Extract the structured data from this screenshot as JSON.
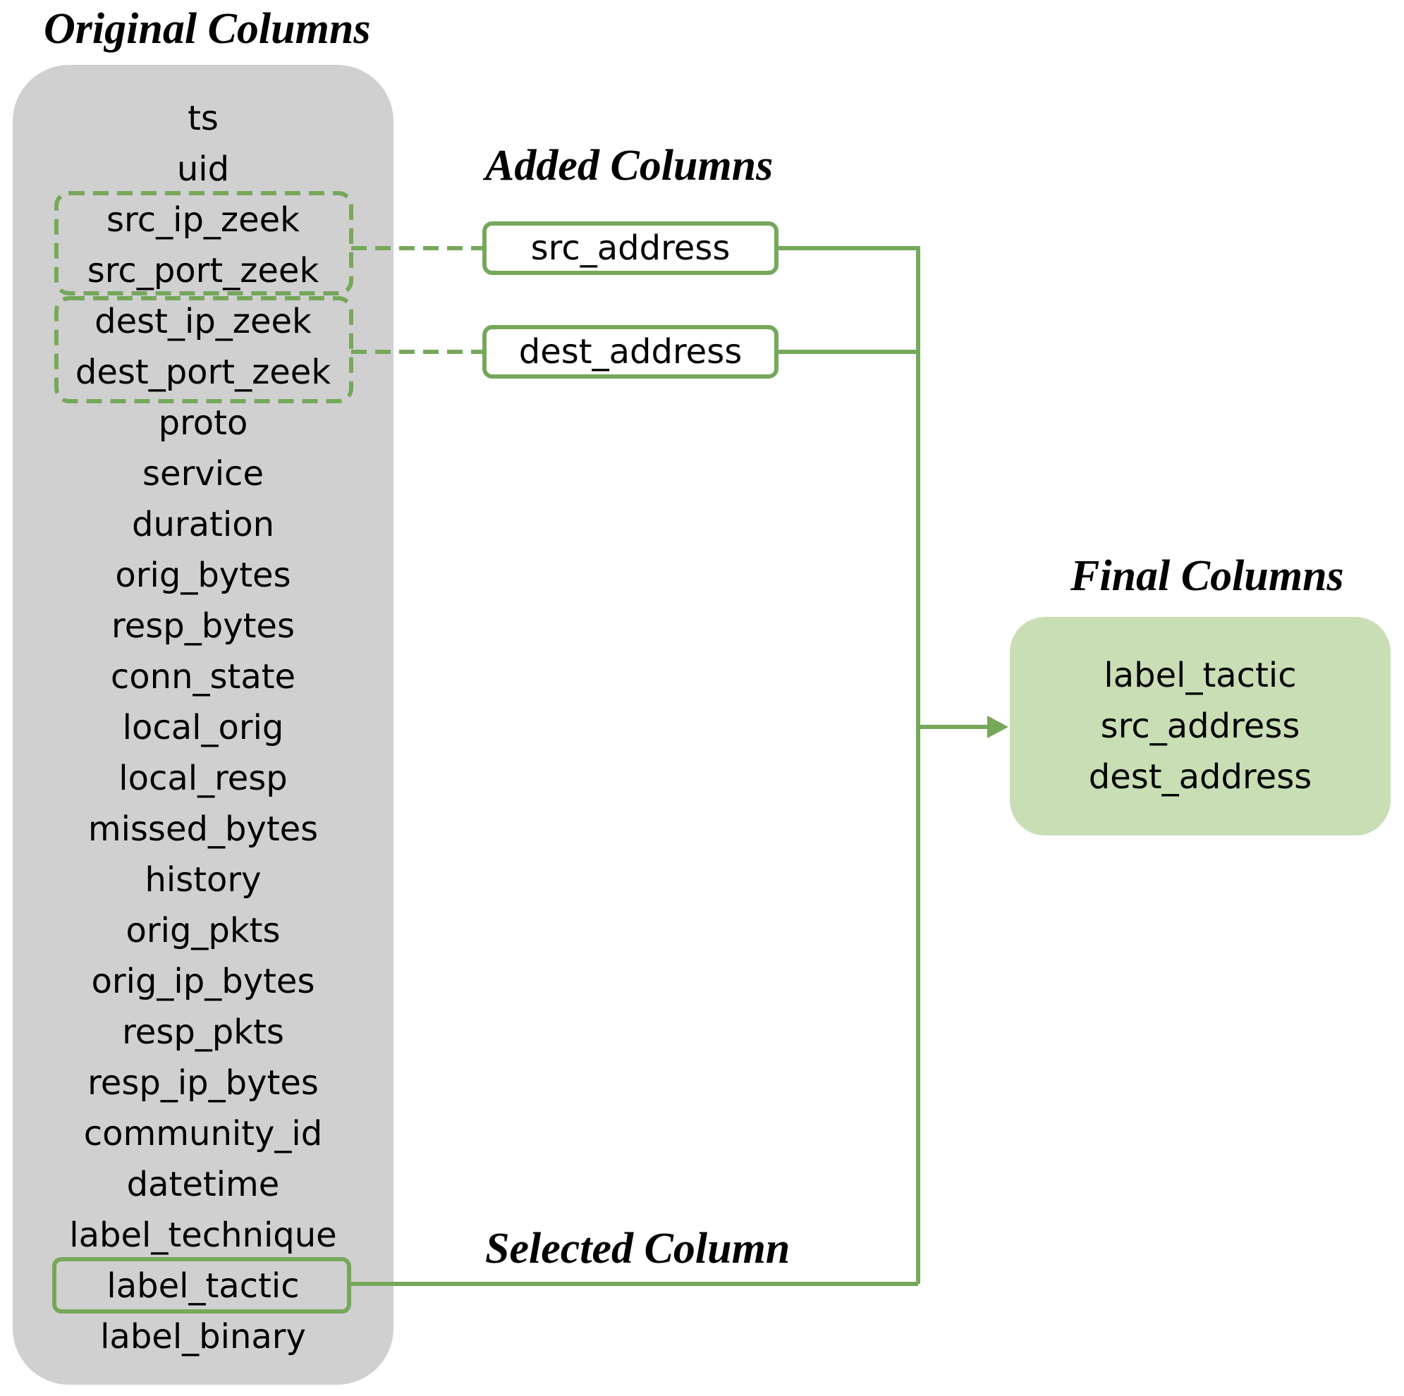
{
  "headings": {
    "original": "Original Columns",
    "added": "Added Columns",
    "final": "Final Columns",
    "selected": "Selected Column"
  },
  "original_columns": [
    "ts",
    "uid",
    "src_ip_zeek",
    "src_port_zeek",
    "dest_ip_zeek",
    "dest_port_zeek",
    "proto",
    "service",
    "duration",
    "orig_bytes",
    "resp_bytes",
    "conn_state",
    "local_orig",
    "local_resp",
    "missed_bytes",
    "history",
    "orig_pkts",
    "orig_ip_bytes",
    "resp_pkts",
    "resp_ip_bytes",
    "community_id",
    "datetime",
    "label_technique",
    "label_tactic",
    "label_binary"
  ],
  "added_columns": {
    "src": "src_address",
    "dest": "dest_address"
  },
  "final_columns": [
    "label_tactic",
    "src_address",
    "dest_address"
  ],
  "colors": {
    "accent_green": "#76a85a",
    "original_panel": "#d1d0d1",
    "final_panel": "#c9deb5"
  }
}
